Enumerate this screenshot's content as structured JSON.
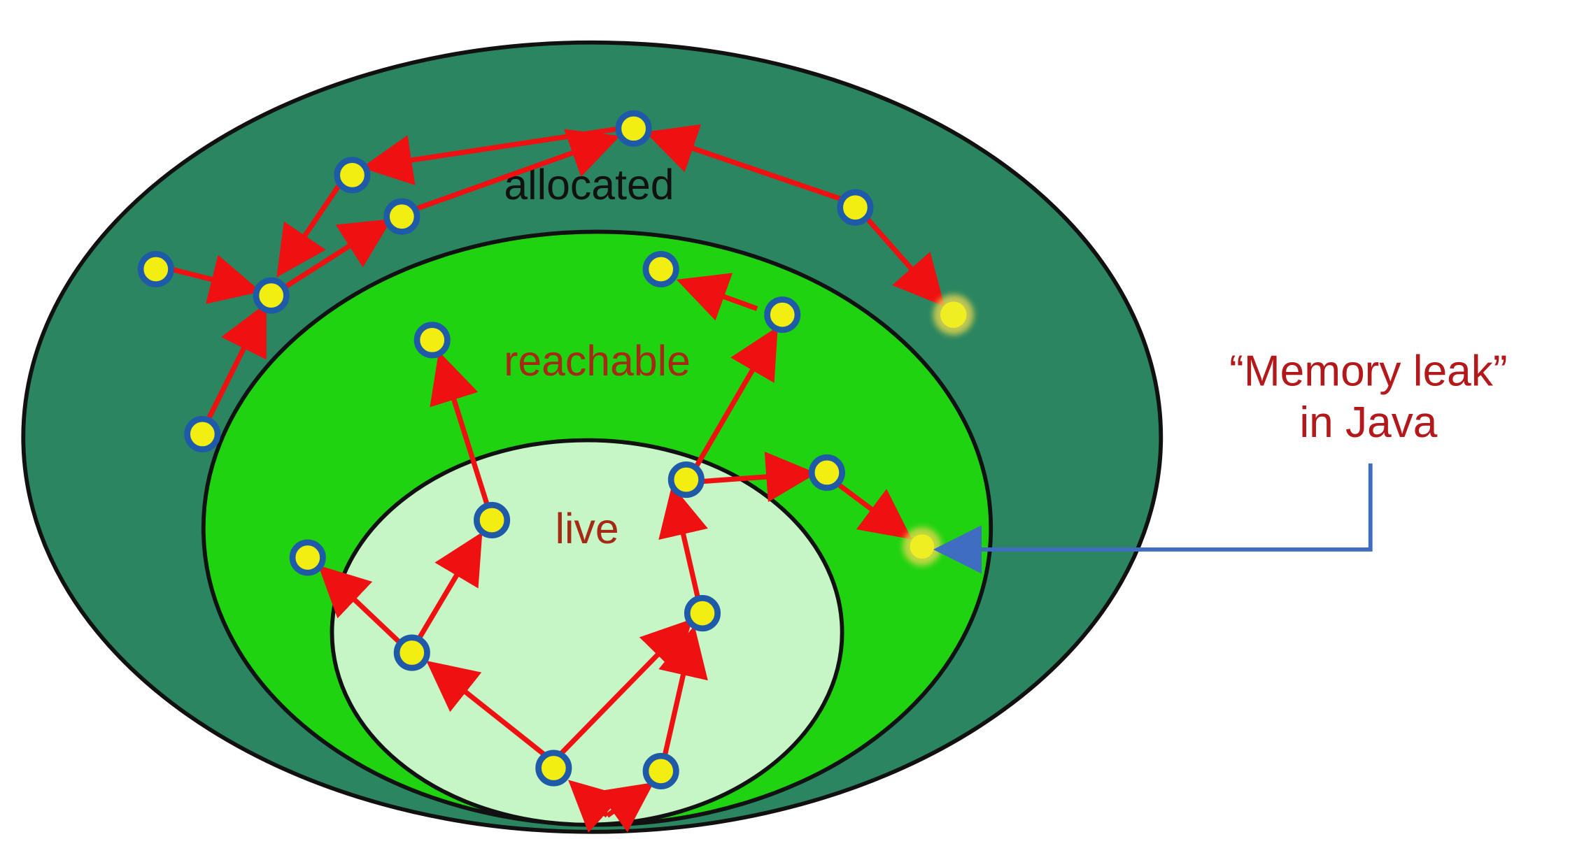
{
  "regions": {
    "allocated": {
      "label": "allocated",
      "color": "#2a8560"
    },
    "reachable": {
      "label": "reachable",
      "color": "#1fd310"
    },
    "live": {
      "label": "live",
      "color": "#c6f5c6"
    }
  },
  "callout": {
    "line1": "“Memory leak”",
    "line2": "in Java"
  },
  "colors": {
    "arrow": "#ef1111",
    "node_ring": "#1f5aa8",
    "node_fill": "#f3ee12",
    "leak_node": "#eeee22",
    "leak_pointer": "#3f6ec0",
    "outline": "#111111",
    "region_text_allocated": "#111111",
    "region_text_reachable": "#a52a15",
    "region_text_live": "#a52a15",
    "callout_text": "#b3191b"
  },
  "nodes": [
    {
      "id": "a1"
    },
    {
      "id": "a2"
    },
    {
      "id": "a3"
    },
    {
      "id": "a4"
    },
    {
      "id": "a5"
    },
    {
      "id": "a6"
    },
    {
      "id": "a7"
    },
    {
      "id": "a8"
    },
    {
      "id": "r1"
    },
    {
      "id": "r2"
    },
    {
      "id": "r3"
    },
    {
      "id": "r4"
    },
    {
      "id": "r5"
    },
    {
      "id": "l1"
    },
    {
      "id": "l2"
    },
    {
      "id": "l3"
    },
    {
      "id": "l4"
    },
    {
      "id": "l5"
    },
    {
      "id": "l6"
    }
  ],
  "leaked_objects": [
    {
      "id": "leak-allocated"
    },
    {
      "id": "leak-reachable"
    }
  ],
  "references": [
    {
      "from": "a4",
      "to": "a2"
    },
    {
      "from": "a3",
      "to": "a4"
    },
    {
      "from": "a1",
      "to": "a3"
    },
    {
      "from": "a5",
      "to": "a3"
    },
    {
      "from": "a3",
      "to": "a4b"
    },
    {
      "from": "a6",
      "to": "a7"
    },
    {
      "from": "a7",
      "to": "a8"
    },
    {
      "from": "a2",
      "to": "a6"
    },
    {
      "from": "r3",
      "to": "r2"
    },
    {
      "from": "l3",
      "to": "r3"
    },
    {
      "from": "l1",
      "to": "r1"
    },
    {
      "from": "l3",
      "to": "r4"
    },
    {
      "from": "r4",
      "to": "leak"
    },
    {
      "from": "l4",
      "to": "l3"
    },
    {
      "from": "l2",
      "to": "r5"
    },
    {
      "from": "l2",
      "to": "l1"
    },
    {
      "from": "l5",
      "to": "l2"
    },
    {
      "from": "l5",
      "to": "l4"
    },
    {
      "from": "l6",
      "to": "l4"
    },
    {
      "from": "root",
      "to": "l5"
    },
    {
      "from": "root",
      "to": "l6"
    }
  ]
}
